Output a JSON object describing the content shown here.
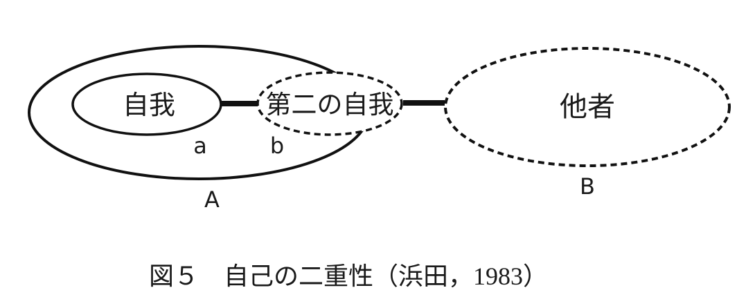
{
  "diagram": {
    "nodes": {
      "self": "自我",
      "second_self": "第二の自我",
      "other": "他者"
    },
    "labels": {
      "a": "a",
      "b": "b",
      "A": "A",
      "B": "B"
    },
    "caption": "図５　自己の二重性（浜田，1983）",
    "colors": {
      "ink": "#111111",
      "background": "#ffffff"
    }
  }
}
